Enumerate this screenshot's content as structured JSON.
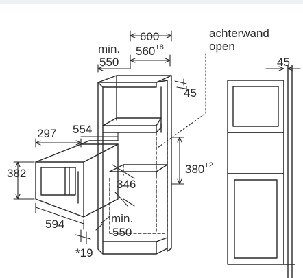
{
  "labels": {
    "back_wall_line1": "achterwand",
    "back_wall_line2": "open",
    "min": "min.",
    "width_min": "550",
    "width_outer": "600",
    "width_inner": "560",
    "width_inner_tol": "+8",
    "top_depth": "45",
    "side_depth": "45",
    "opening_height": "380",
    "opening_height_tol": "+2",
    "appliance_depth_total": "297",
    "appliance_width_top": "554",
    "appliance_height": "382",
    "appliance_depth": "346",
    "appliance_width": "594",
    "lower_min": "min.",
    "lower_min_value": "550",
    "footnote": "*19"
  },
  "colors": {
    "line": "#2a2a2a",
    "background": "#ffffff"
  }
}
